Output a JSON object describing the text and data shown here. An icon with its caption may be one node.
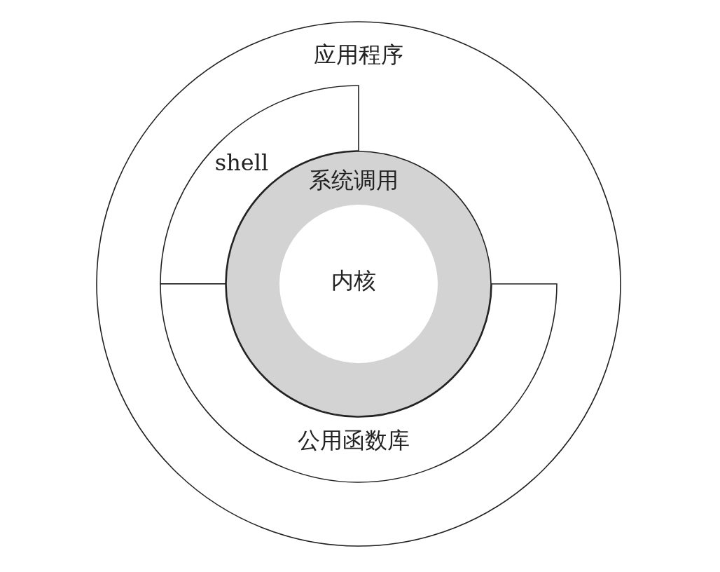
{
  "diagram": {
    "nodes": [
      {
        "text": [
          "应用程序"
        ]
      },
      {
        "text": [
          "shell"
        ],
        "in": 0
      },
      {
        "text": [
          "公用函数库"
        ],
        "in": 0
      },
      {
        "text": [
          "系统调用"
        ],
        "in": 0
      },
      {
        "text": [
          "内核"
        ],
        "in": 3
      }
    ]
  }
}
